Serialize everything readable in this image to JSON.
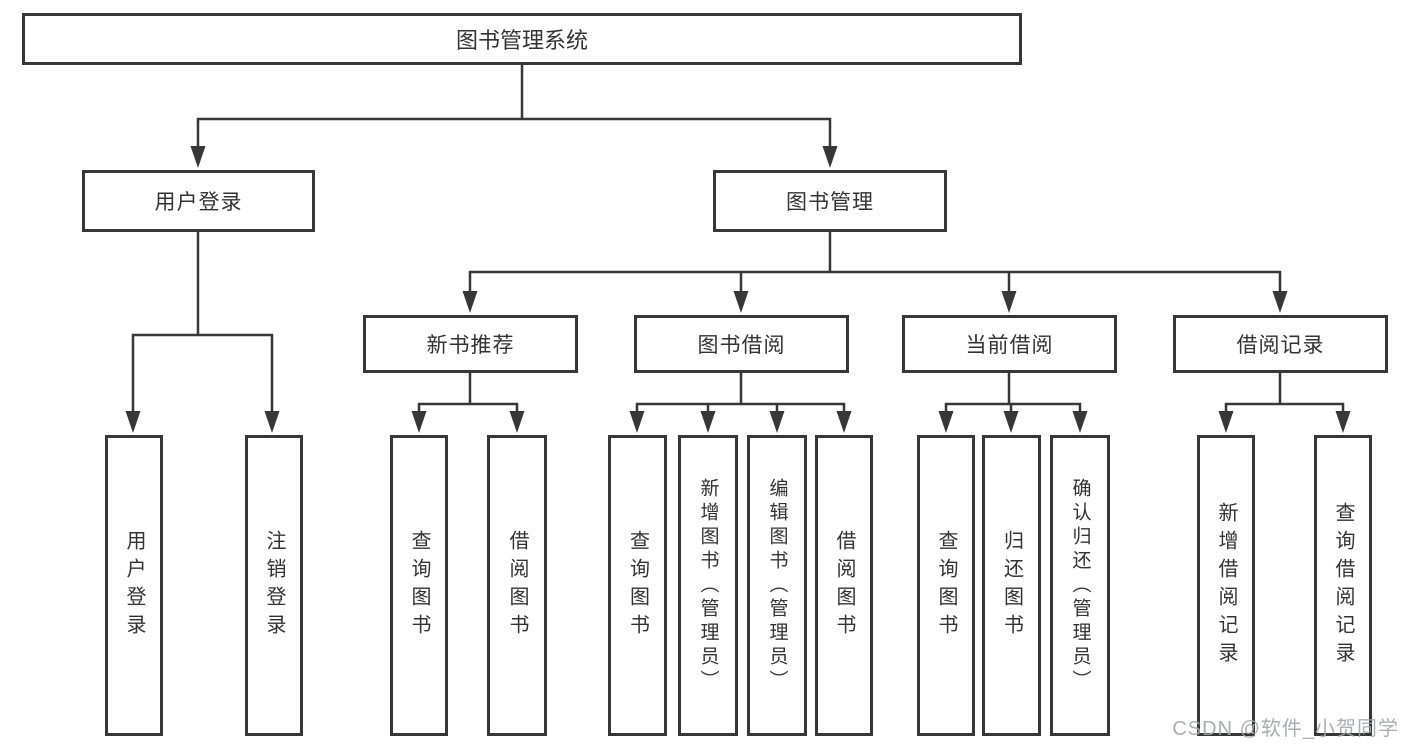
{
  "diagram": {
    "root": {
      "label": "图书管理系统"
    },
    "level2": [
      {
        "label": "用户登录"
      },
      {
        "label": "图书管理"
      }
    ],
    "level3": [
      {
        "label": "新书推荐"
      },
      {
        "label": "图书借阅"
      },
      {
        "label": "当前借阅"
      },
      {
        "label": "借阅记录"
      }
    ],
    "leaves": {
      "user_login": [
        "用户登录",
        "注销登录"
      ],
      "new_book": [
        "查询图书",
        "借阅图书"
      ],
      "book_borrow": [
        "查询图书",
        "新增图书（管理员）",
        "编辑图书（管理员）",
        "借阅图书"
      ],
      "current_borrow": [
        "查询图书",
        "归还图书",
        "确认归还（管理员）"
      ],
      "borrow_record": [
        "新增借阅记录",
        "查询借阅记录"
      ]
    }
  },
  "watermark": "CSDN @软件_小贺同学",
  "colors": {
    "line": "#373737",
    "border": "#373737",
    "text": "#333333",
    "background": "#ffffff",
    "watermark": "#a2a5aa"
  }
}
